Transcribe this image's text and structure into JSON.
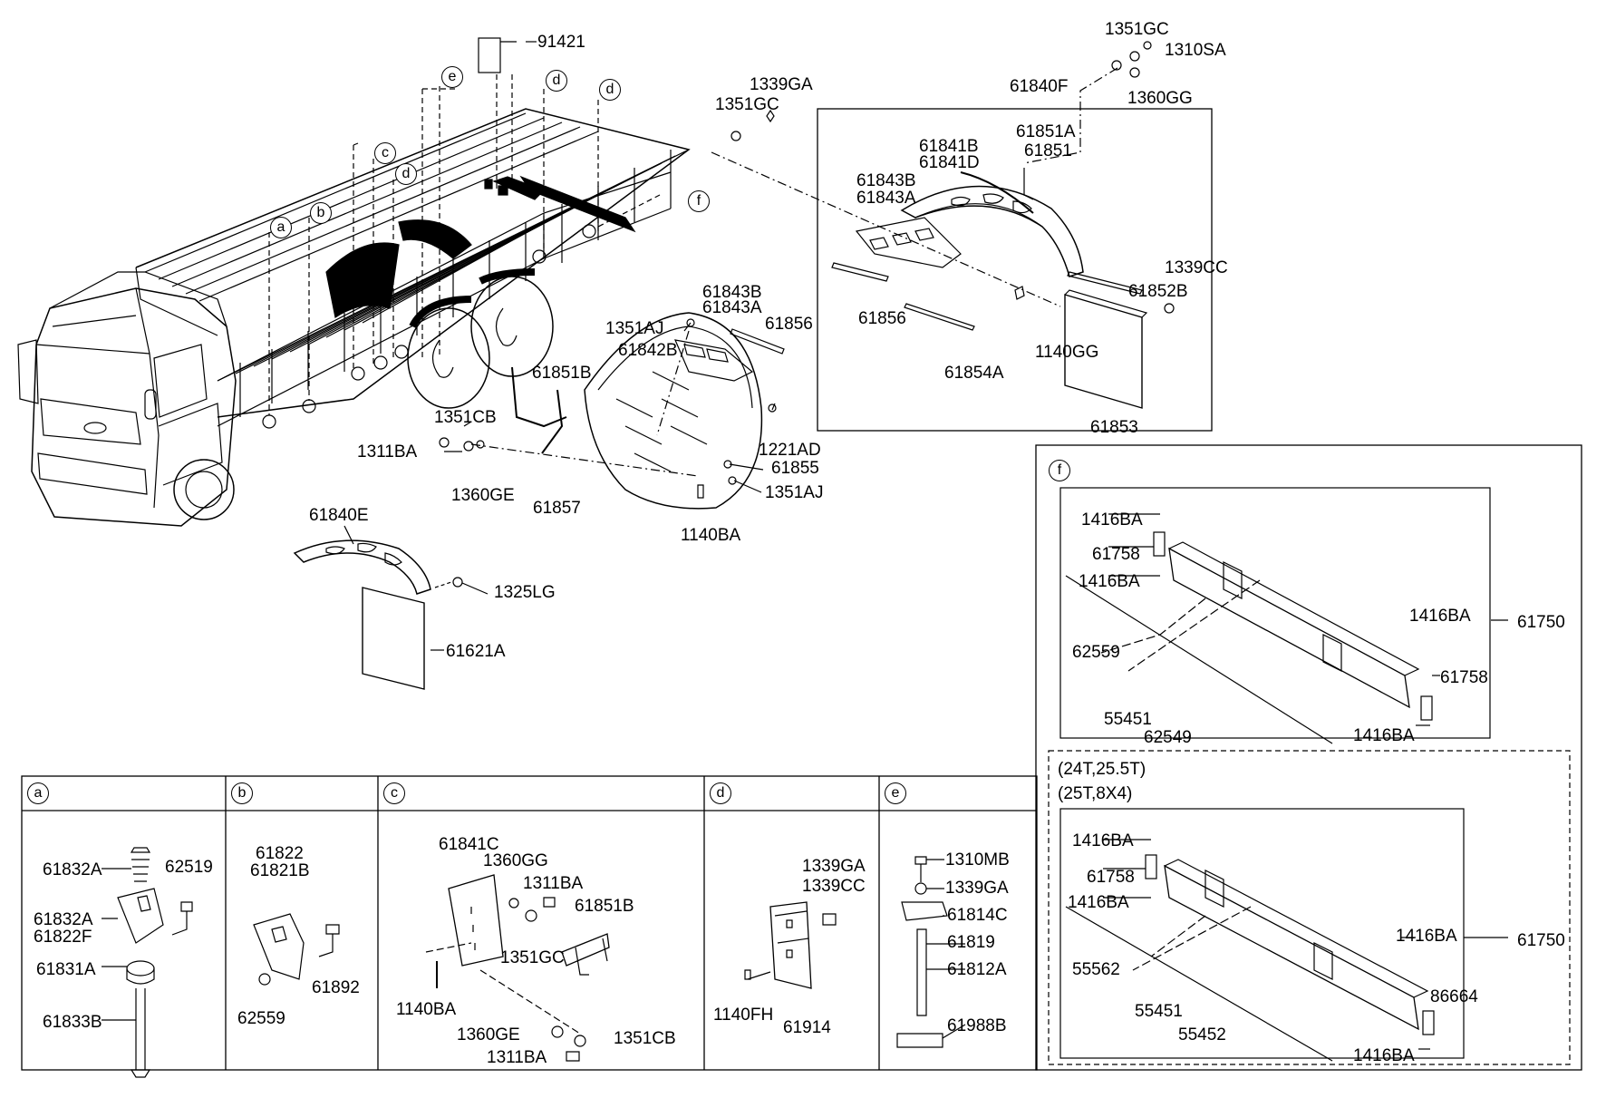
{
  "callouts": {
    "a": "a",
    "b": "b",
    "c": "c",
    "d": "d",
    "e": "e",
    "f": "f"
  },
  "truck": {
    "p91421": "91421"
  },
  "fender_rear": {
    "p1339GA": "1339GA",
    "p1351GC_l": "1351GC",
    "p1351GC_t": "1351GC",
    "p1310SA": "1310SA",
    "p1360GG": "1360GG",
    "p61840F": "61840F",
    "p61841B": "61841B",
    "p61841D": "61841D",
    "p61851A": "61851A",
    "p61851": "61851",
    "p61843B": "61843B",
    "p61843A": "61843A",
    "p1339CC": "1339CC",
    "p61856": "61856",
    "p61852B": "61852B",
    "p1140GG": "1140GG",
    "p61854A": "61854A",
    "p61853": "61853"
  },
  "fender_mid": {
    "p61843B": "61843B",
    "p61843A": "61843A",
    "p1351AJ_t": "1351AJ",
    "p61856": "61856",
    "p61842B": "61842B",
    "p61851B": "61851B",
    "p1351CB": "1351CB",
    "p1311BA": "1311BA",
    "p1221AD": "1221AD",
    "p61855": "61855",
    "p1360GE": "1360GE",
    "p61857": "61857",
    "p1351AJ_b": "1351AJ",
    "p1140BA": "1140BA"
  },
  "fender_front": {
    "p61840E": "61840E",
    "p1325LG": "1325LG",
    "p61621A": "61621A"
  },
  "panel_f": {
    "tag": "f",
    "top": {
      "p1416BA_1": "1416BA",
      "p61758_1": "61758",
      "p1416BA_2": "1416BA",
      "p1416BA_3": "1416BA",
      "p61750": "61750",
      "p62559": "62559",
      "p61758_2": "61758",
      "p55451": "55451",
      "p62549": "62549",
      "p1416BA_4": "1416BA"
    },
    "variant_line1": "(24T,25.5T)",
    "variant_line2": "(25T,8X4)",
    "bottom": {
      "p1416BA_1": "1416BA",
      "p61758": "61758",
      "p1416BA_2": "1416BA",
      "p1416BA_3": "1416BA",
      "p61750": "61750",
      "p55562": "55562",
      "p86664": "86664",
      "p55451": "55451",
      "p55452": "55452",
      "p1416BA_4": "1416BA"
    }
  },
  "panel_a": {
    "tag": "a",
    "p61832A_1": "61832A",
    "p62519": "62519",
    "p61832A_2": "61832A",
    "p61822F": "61822F",
    "p61831A": "61831A",
    "p61833B": "61833B"
  },
  "panel_b": {
    "tag": "b",
    "p61822": "61822",
    "p61821B": "61821B",
    "p61892": "61892",
    "p62559": "62559"
  },
  "panel_c": {
    "tag": "c",
    "p61841C": "61841C",
    "p1360GG": "1360GG",
    "p1311BA_1": "1311BA",
    "p61851B": "61851B",
    "p1351GC": "1351GC",
    "p1140BA": "1140BA",
    "p1360GE": "1360GE",
    "p1351CB": "1351CB",
    "p1311BA_2": "1311BA"
  },
  "panel_d": {
    "tag": "d",
    "p1339GA": "1339GA",
    "p1339CC": "1339CC",
    "p1140FH": "1140FH",
    "p61914": "61914"
  },
  "panel_e": {
    "tag": "e",
    "p1310MB": "1310MB",
    "p1339GA": "1339GA",
    "p61814C": "61814C",
    "p61819": "61819",
    "p61812A": "61812A",
    "p61988B": "61988B"
  }
}
